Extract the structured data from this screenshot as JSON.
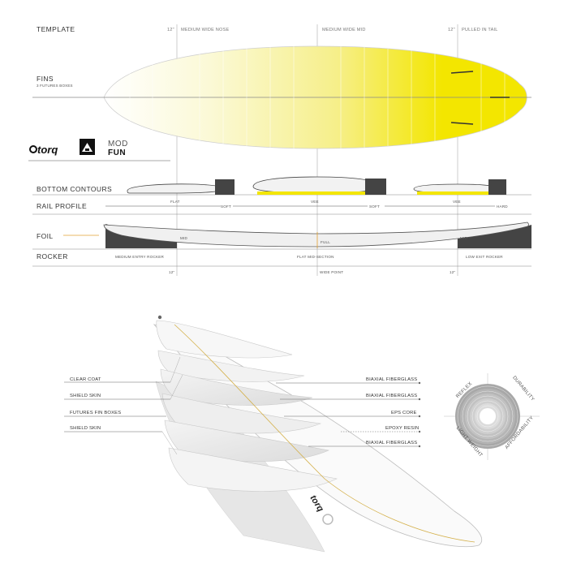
{
  "template": {
    "title": "TEMPLATE",
    "nose_inch": "12\"",
    "nose_label": "MEDIUM WIDE NOSE",
    "mid_label": "MEDIUM WIDE MID",
    "tail_inch": "12\"",
    "tail_label": "PULLED IN TAIL"
  },
  "fins": {
    "title": "FINS",
    "subtitle": "3 FUTURES BOXES"
  },
  "branding": {
    "logo_text": "torq",
    "model_line1": "MOD",
    "model_line2": "FUN",
    "accent_color": "#f3e600"
  },
  "bottom_contours": {
    "title": "BOTTOM  CONTOURS",
    "labels": [
      "FLAT",
      "VEE",
      "VEE"
    ]
  },
  "rail_profile": {
    "title": "RAIL PROFILE",
    "labels": [
      "SOFT",
      "SOFT",
      "HARD"
    ]
  },
  "foil": {
    "title": "FOIL",
    "labels": [
      "MID",
      "FULL",
      "MID"
    ]
  },
  "rocker": {
    "title": "ROCKER",
    "labels": [
      "MEDIUM ENTRY ROCKER",
      "FLAT MID-SECTION",
      "LOW EXIT ROCKER"
    ],
    "bottom_left": "12\"",
    "bottom_mid": "WIDE POINT",
    "bottom_right": "12\""
  },
  "construction": {
    "left_layers": [
      "CLEAR COAT",
      "SHIELD SKIN",
      "FUTURES FIN BOXES",
      "SHIELD SKIN"
    ],
    "right_layers": [
      "BIAXIAL FIBERGLASS",
      "BIAXIAL FIBERGLASS",
      "EPS CORE",
      "EPOXY RESIN",
      "BIAXIAL FIBERGLASS"
    ]
  },
  "wheel": {
    "labels": [
      "REFLEX",
      "DURABILITY",
      "AFFORDABILITY",
      "LIGHT WEIGHT"
    ]
  }
}
